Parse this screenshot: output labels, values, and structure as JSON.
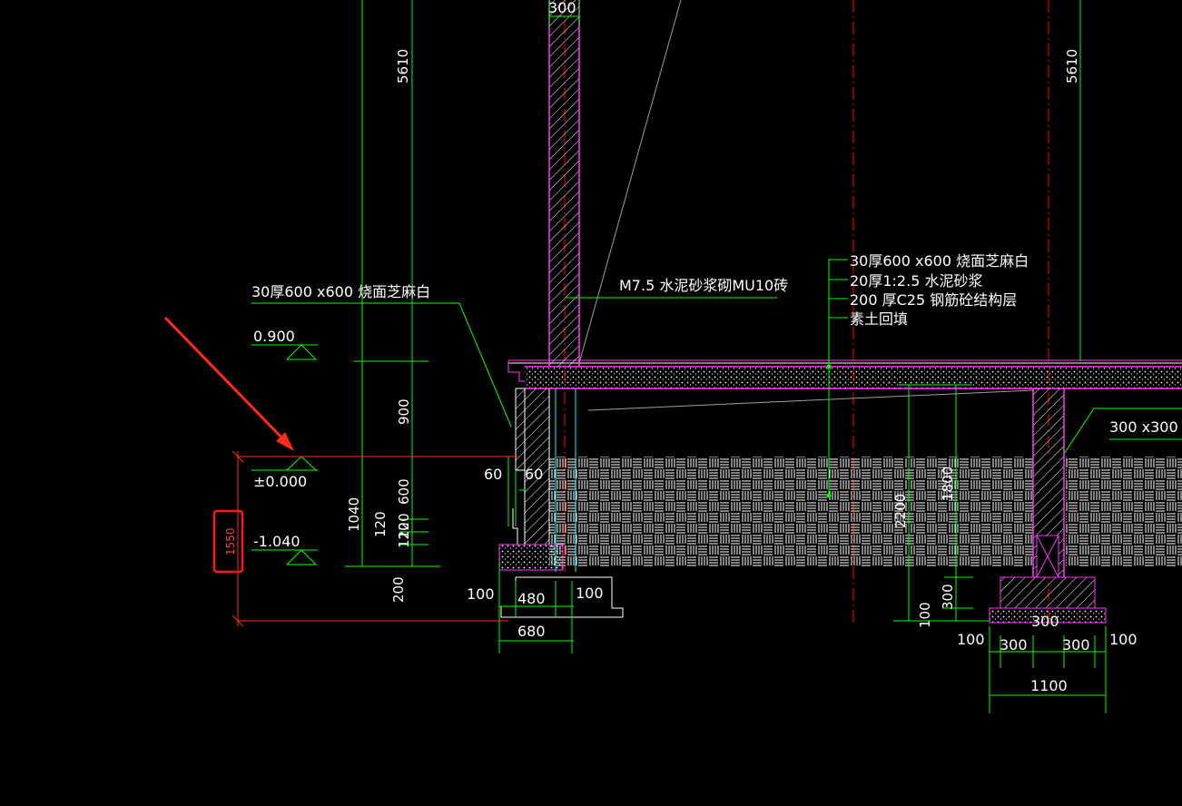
{
  "colors": {
    "background": "#000000",
    "dimension": "#00ff00",
    "structure": "#ff33ff",
    "axis": "#ff0000",
    "annotation": "#ff2a1a",
    "hatch": "#ffffff",
    "leader": "#9e9e9e"
  },
  "labels": {
    "dim_top_300": "300",
    "dim_5610_left": "5610",
    "dim_5610_right": "5610",
    "note_floor_finish": "30厚600 x600 烧面芝麻白",
    "note_masonry": "M7.5 水泥砂浆砌MU10砖",
    "layer_1": "30厚600 x600 烧面芝麻白",
    "layer_2": "20厚1:2.5 水泥砂浆",
    "layer_3": "200 厚C25 钢筋砼结构层",
    "layer_4": "素土回填",
    "level_0900": "0.900",
    "level_0000": "±0.000",
    "level_neg1040": "-1.040",
    "dim_900": "900",
    "dim_600": "600",
    "dim_1040": "1040",
    "dim_120_a": "120",
    "dim_120_b": "120",
    "dim_120_c": "120",
    "dim_200": "200",
    "dim_60_a": "60",
    "dim_60_b": "60",
    "dim_100_a": "100",
    "dim_480": "480",
    "dim_100_b": "100",
    "dim_680": "680",
    "dim_2200": "2200",
    "dim_1800": "1800",
    "dim_300_v": "300",
    "dim_100_v": "100",
    "beam_300x300": "300 x300",
    "dim_300_col": "300",
    "dim_100_c": "100",
    "dim_300_c": "300",
    "dim_300_d": "300",
    "dim_100_d": "100",
    "dim_1100": "1100",
    "highlight_1550": "1550"
  }
}
